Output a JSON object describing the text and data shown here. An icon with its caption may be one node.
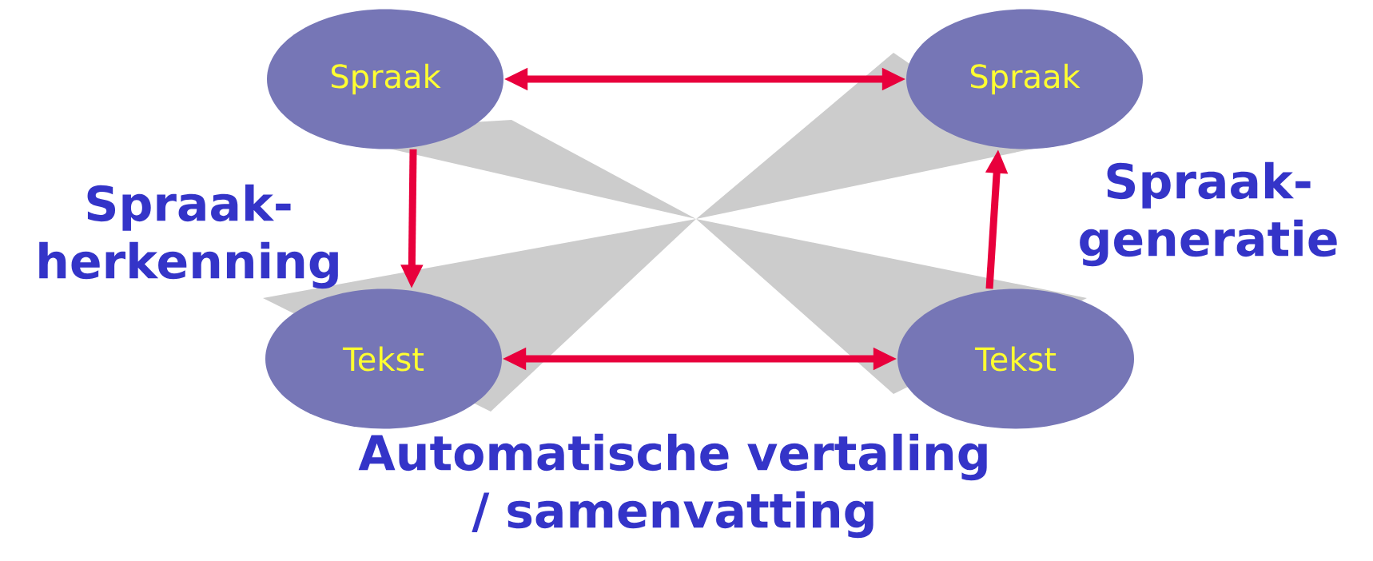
{
  "diagram": {
    "nodes": [
      {
        "text": [
          "Spraak"
        ]
      },
      {
        "text": [
          "Spraak"
        ]
      },
      {
        "text": [
          "Tekst"
        ]
      },
      {
        "text": [
          "Tekst"
        ]
      }
    ],
    "edges": [
      {
        "from": 0,
        "to": 1,
        "arrow": "both"
      },
      {
        "from": 0,
        "to": 2,
        "arrow": "to"
      },
      {
        "from": 2,
        "to": 3,
        "arrow": "both"
      },
      {
        "from": 3,
        "to": 1,
        "arrow": "to"
      }
    ],
    "labels": [
      "Spraak- herkenning",
      "Spraak- generatie",
      "Automatische vertaling / samenvatting"
    ]
  }
}
